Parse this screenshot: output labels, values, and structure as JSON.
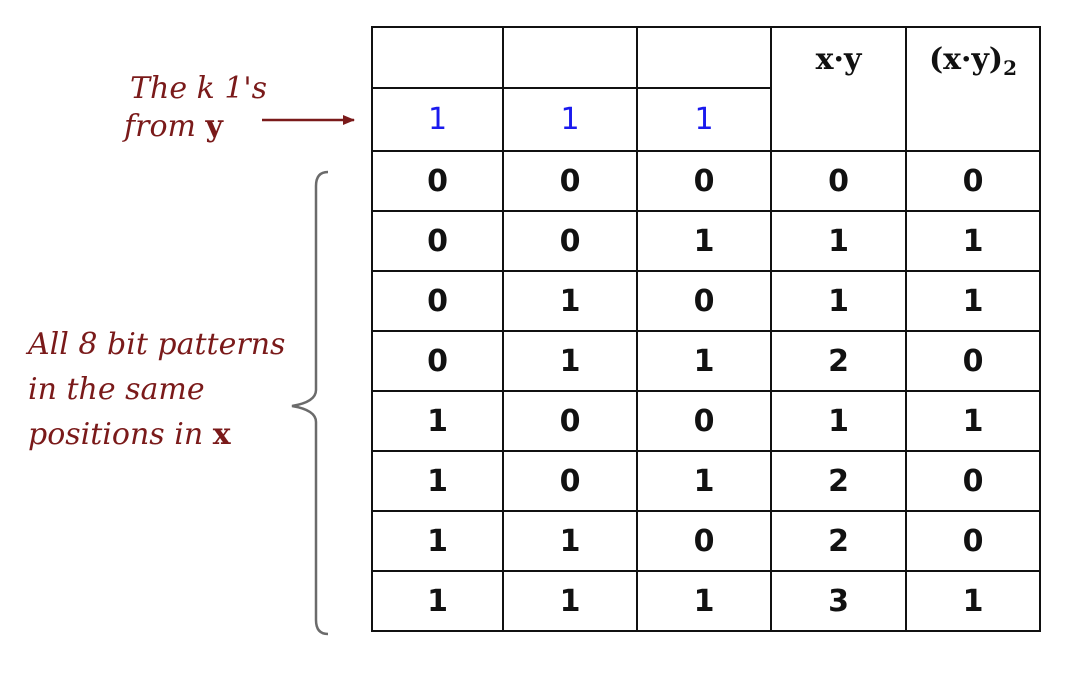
{
  "annotations": {
    "top_line1_pre": "The k 1's",
    "top_line2_pre": "from ",
    "top_line2_bold": "y",
    "left_line1": "All 8 bit patterns",
    "left_line2": "in the same",
    "left_line3_pre": "positions in ",
    "left_line3_bold": "x"
  },
  "table": {
    "header_xy": "x·y",
    "header_xy_mod_pre": "(x·y)",
    "header_xy_mod_sub": "2",
    "y_bits": [
      "1",
      "1",
      "1"
    ],
    "rows": [
      [
        "0",
        "0",
        "0",
        "0",
        "0"
      ],
      [
        "0",
        "0",
        "1",
        "1",
        "1"
      ],
      [
        "0",
        "1",
        "0",
        "1",
        "1"
      ],
      [
        "0",
        "1",
        "1",
        "2",
        "0"
      ],
      [
        "1",
        "0",
        "0",
        "1",
        "1"
      ],
      [
        "1",
        "0",
        "1",
        "2",
        "0"
      ],
      [
        "1",
        "1",
        "0",
        "2",
        "0"
      ],
      [
        "1",
        "1",
        "1",
        "3",
        "1"
      ]
    ]
  },
  "colors": {
    "annotation": "#7a1a1a",
    "y_bits": "#1a1aee",
    "brace": "#6b6b6b",
    "grid": "#111111"
  }
}
